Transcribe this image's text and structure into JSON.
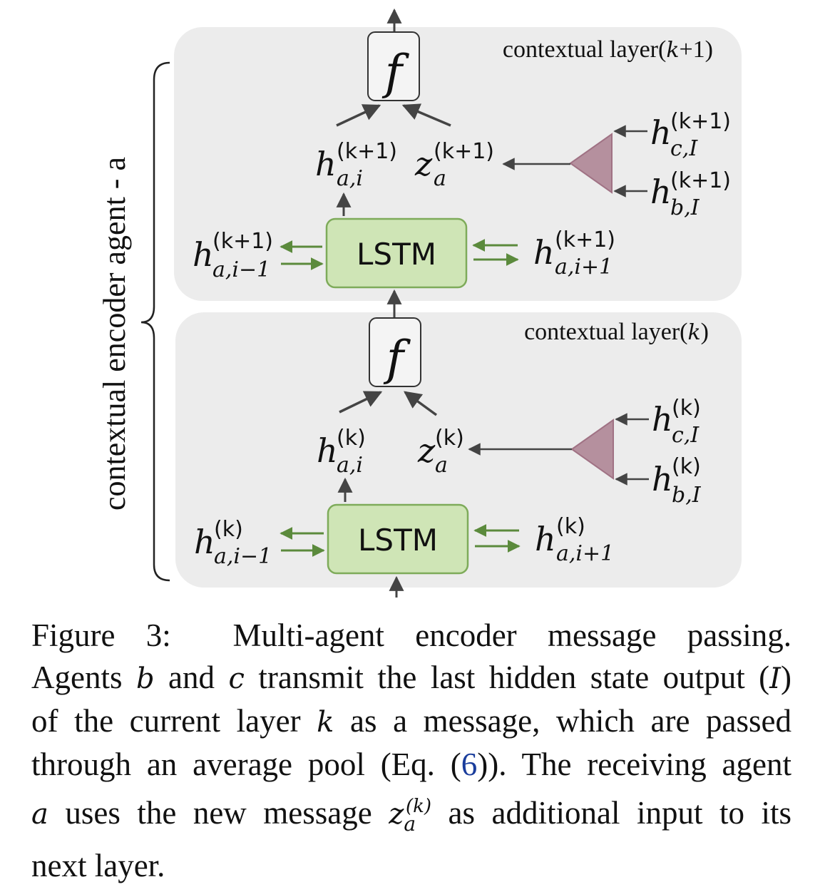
{
  "layers": {
    "upper": {
      "title": "contextual layer(k+1)",
      "title_prefix": "contextual layer(",
      "title_var": "k",
      "title_suffix": "+1)",
      "sup": "(k+1)"
    },
    "lower": {
      "title": "contextual layer(k)",
      "title_prefix": "contextual layer(",
      "title_var": "k",
      "title_suffix": ")",
      "sup": "(k)"
    }
  },
  "brace_label": "contextual encoder agent - a",
  "node_labels": {
    "lstm": "LSTM",
    "function": "f",
    "h": "h",
    "z": "z",
    "sub_ai": "a,i",
    "sub_a": "a",
    "sub_ai_prev": "a,i−1",
    "sub_ai_next": "a,i+1",
    "sub_cI": "c,I",
    "sub_bI": "b,I"
  },
  "caption": {
    "lines": [
      "Figure 3:  Multi-agent encoder message passing.",
      "Agents b and c transmit the last hidden state output (I)",
      "of the current layer k as a message, which are passed",
      "through an average pool (Eq. (6)). The receiving agent",
      "a uses the new message z as additional input to its",
      "next layer."
    ],
    "label": "Figure 3:",
    "l1_text": "Multi-agent encoder message passing.",
    "l2_a": "Agents ",
    "l2_b": "b",
    "l2_c": " and ",
    "l2_d": "c",
    "l2_e": " transmit the last hidden state output (",
    "l2_f": "I",
    "l2_g": ")",
    "l3_a": "of the current layer ",
    "l3_b": "k",
    "l3_c": " as a message, which are passed",
    "l4_a": "through an average pool (Eq. (",
    "l4_ref": "6",
    "l4_b": ")). The receiving agent",
    "l5_a": "a",
    "l5_b": " uses the new message ",
    "l5_z": "z",
    "l5_sub": "a",
    "l5_sup": "(k)",
    "l5_c": " as additional input to its",
    "l6": "next layer."
  },
  "colors": {
    "panel": "#ececec",
    "lstm_fill": "#cfe5b6",
    "lstm_stroke": "#7eab5a",
    "green_arrow": "#5b8a3c",
    "pool_fill": "#b5909e",
    "pool_stroke": "#a07284",
    "dark_arrow": "#444444"
  }
}
